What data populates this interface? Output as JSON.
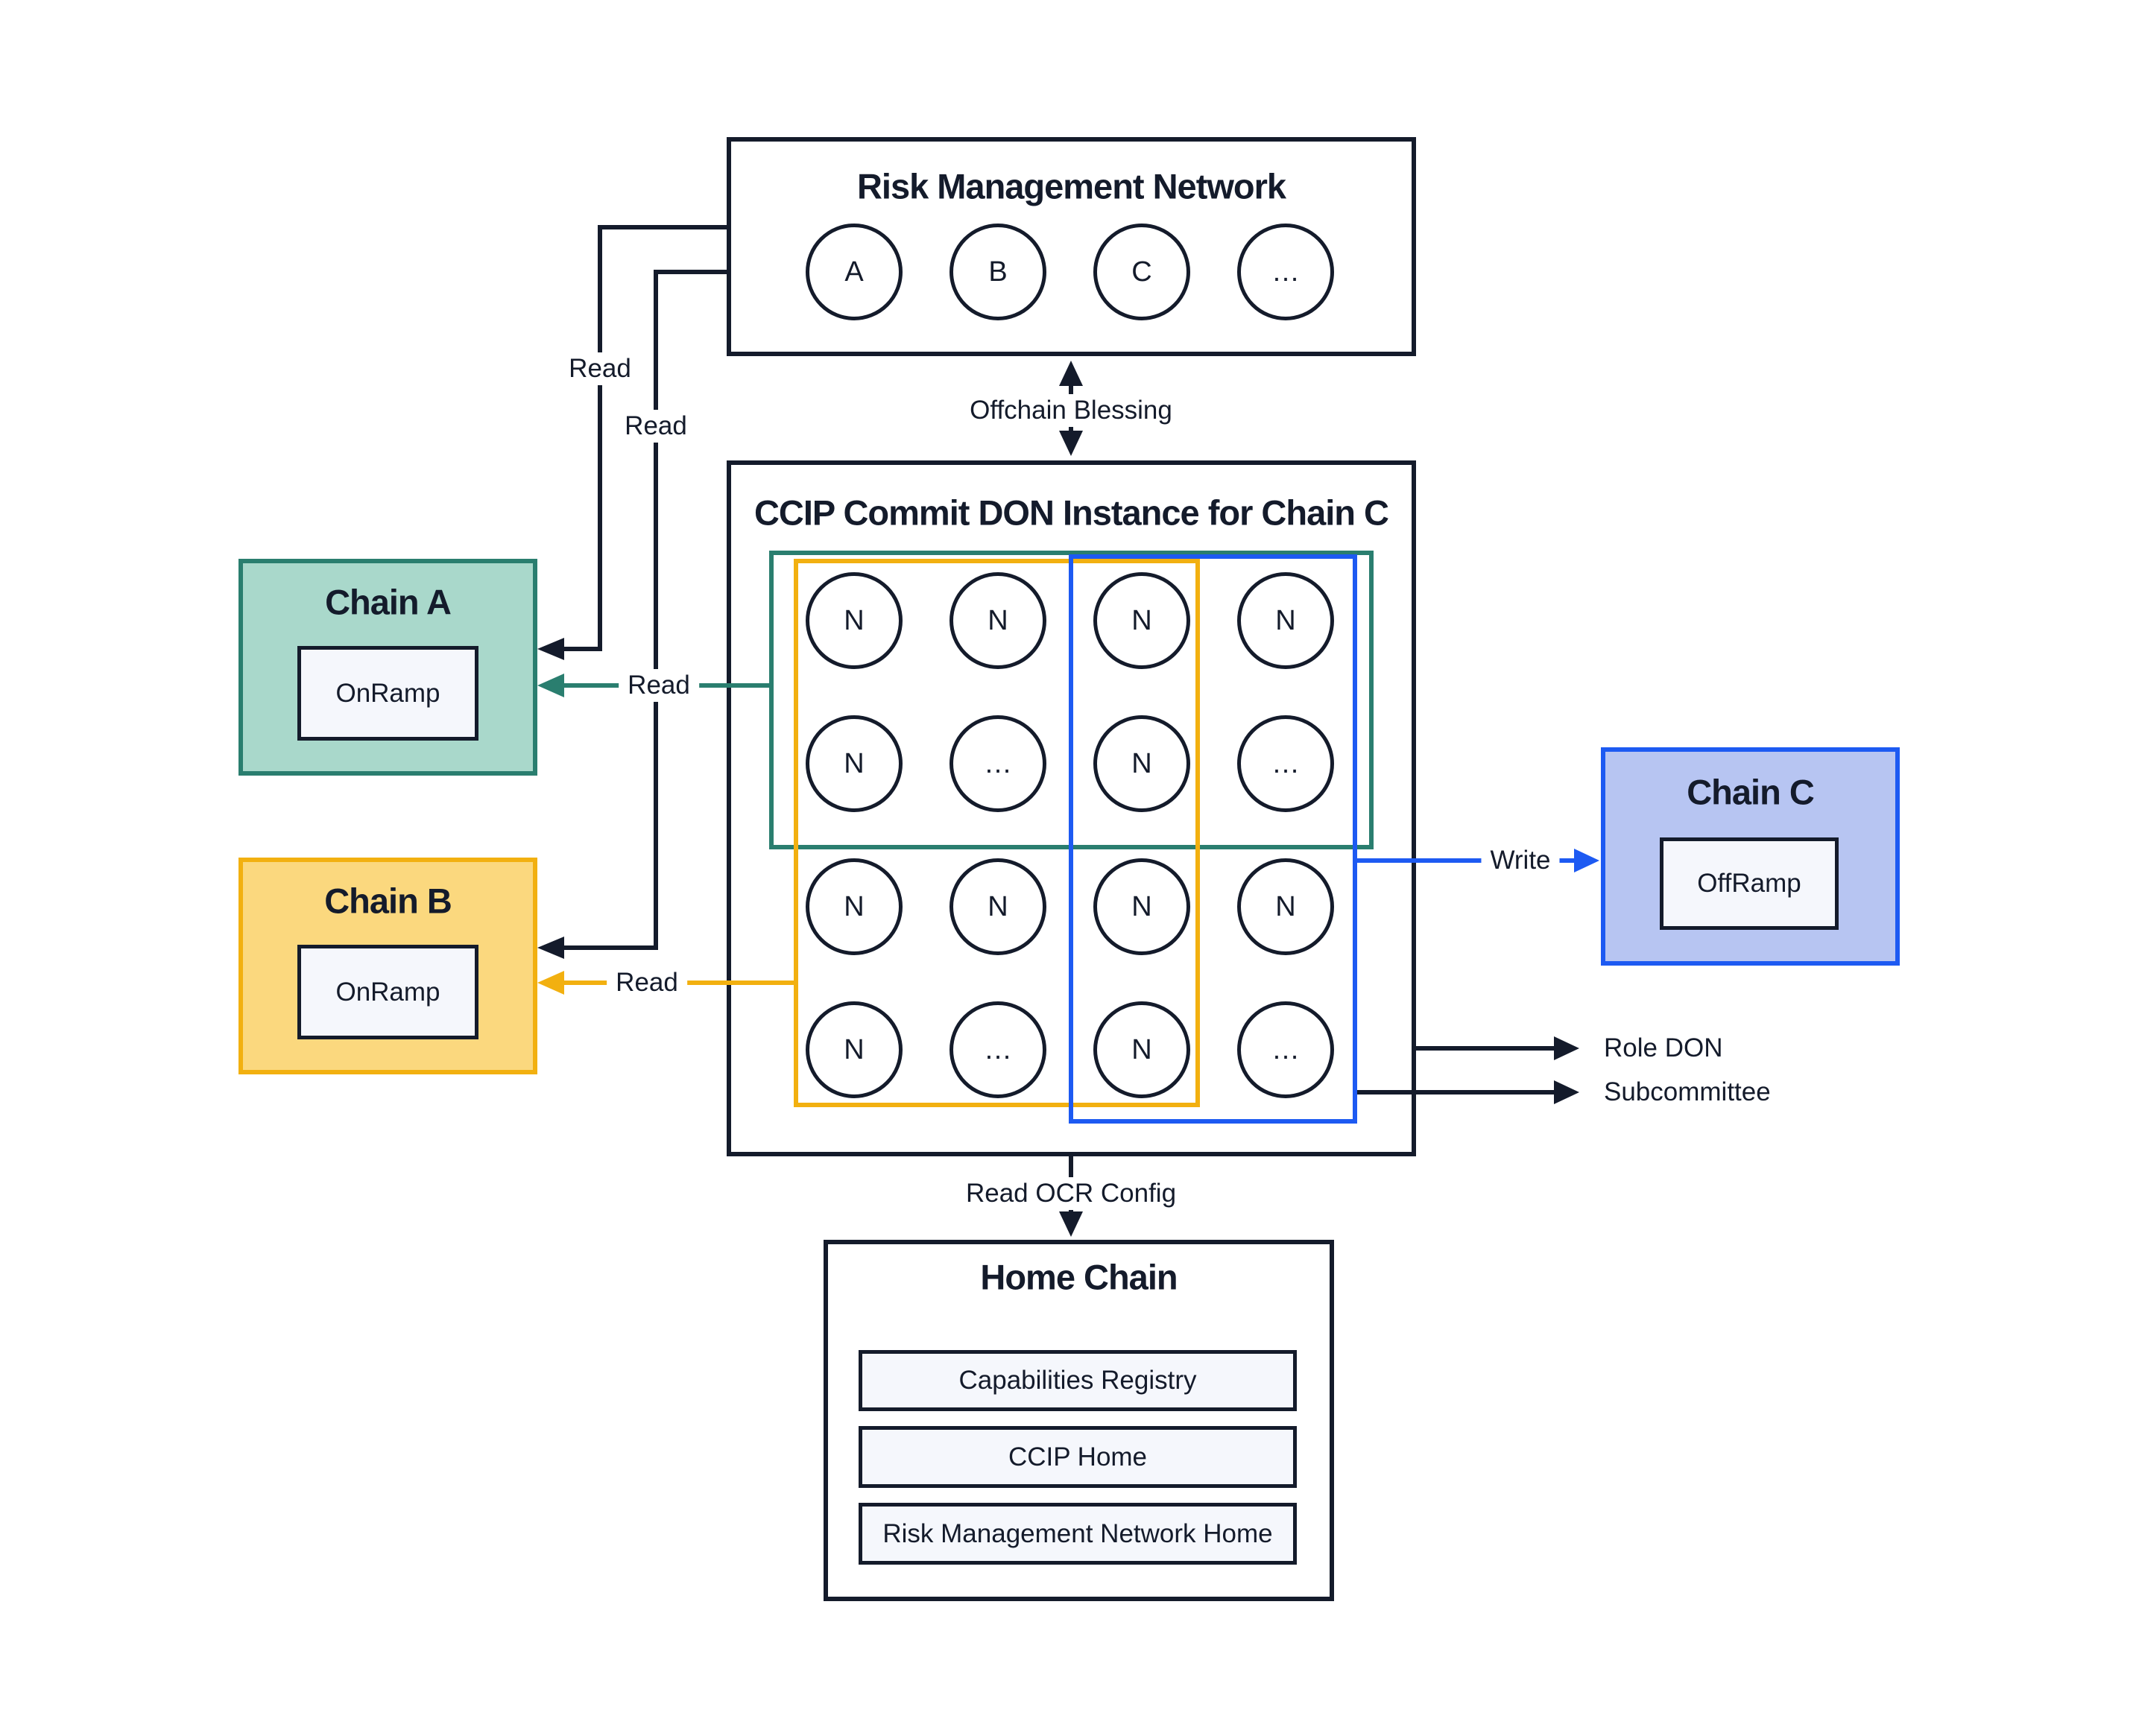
{
  "rmn": {
    "title": "Risk Management Network",
    "nodes": [
      "A",
      "B",
      "C",
      "…"
    ]
  },
  "ccip": {
    "title": "CCIP Commit DON Instance for Chain C",
    "grid": [
      [
        "N",
        "N",
        "N",
        "N"
      ],
      [
        "N",
        "…",
        "N",
        "…"
      ],
      [
        "N",
        "N",
        "N",
        "N"
      ],
      [
        "N",
        "…",
        "N",
        "…"
      ]
    ]
  },
  "chain_a": {
    "title": "Chain A",
    "contract": "OnRamp"
  },
  "chain_b": {
    "title": "Chain B",
    "contract": "OnRamp"
  },
  "chain_c": {
    "title": "Chain C",
    "contract": "OffRamp"
  },
  "home": {
    "title": "Home Chain",
    "contracts": [
      "Capabilities Registry",
      "CCIP Home",
      "Risk Management Network Home"
    ]
  },
  "edges": {
    "offchain_blessing": "Offchain Blessing",
    "read_rmn_to_chain_a": "Read",
    "read_rmn_to_chain_b": "Read",
    "read_don_to_chain_a": "Read",
    "read_don_to_chain_b": "Read",
    "write_to_chain_c": "Write",
    "role_don": "Role DON",
    "subcommittee": "Subcommittee",
    "read_ocr_config": "Read OCR Config"
  },
  "colors": {
    "ink": "#141b2b",
    "teal": "#2a7e6f",
    "teal_fill": "#a9d8cb",
    "amber": "#f2b010",
    "amber_fill": "#fbd87e",
    "blue": "#1d5af2",
    "blue_fill": "#b7c5f2",
    "panel_fill": "#f5f7fc"
  }
}
